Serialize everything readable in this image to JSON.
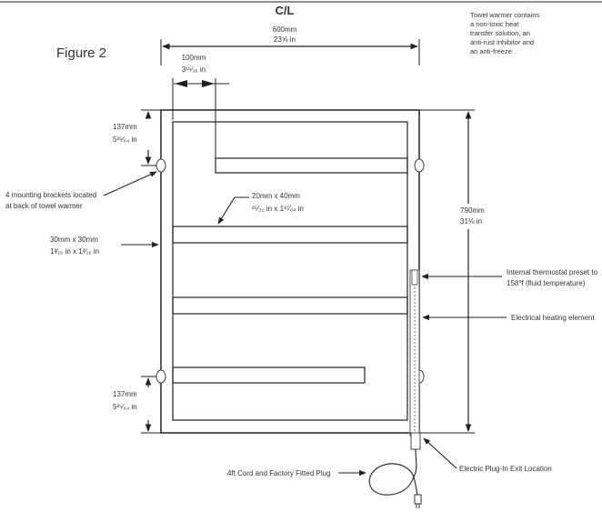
{
  "header": {
    "centerline": "C/L",
    "figure_label": "Figure 2",
    "fluid_note": [
      "Towel warmer contains",
      "a non-toxic heat",
      "transfer solution, an",
      "anti-rust inhibitor and",
      "an anti-freeze"
    ]
  },
  "dimensions": {
    "width_mm": "600mm",
    "width_in": "23⅝ in",
    "offset_mm": "100mm",
    "offset_in": "3¹⁵⁄₁₆ in",
    "height_mm": "790mm",
    "height_in": "31⅛ in",
    "top_gap_mm": "137mm",
    "top_gap_in": "5²⁵⁄₆₄ in",
    "bottom_gap_mm": "137mm",
    "bottom_gap_in": "5²⁵⁄₆₄ in"
  },
  "callouts": {
    "brackets": [
      "4 mounting brackets located",
      "at back of towel warmer"
    ],
    "frame_size": [
      "30mm x 30mm",
      "1³⁄₁₆ in x 1³⁄₁₆ in"
    ],
    "bar_size": [
      "20mm x 40mm",
      "²⁵⁄₃₂ in x 1³⁷⁄₆₄ in"
    ],
    "thermostat": [
      "Internal thermostat preset to",
      "158°f (fluid temperature)"
    ],
    "heating_element": "Electrical heating element",
    "plug_exit": "Electric Plug-In Exit Location",
    "cord": "4ft Cord and Factory Fitted Plug"
  }
}
